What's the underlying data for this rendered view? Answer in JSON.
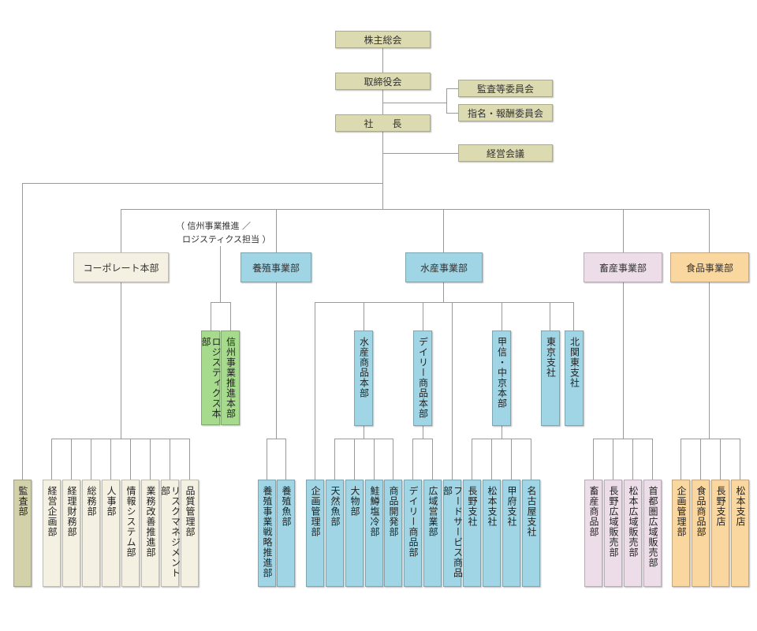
{
  "colors": {
    "top": "#dcdab1",
    "corporate": "#f4f1e3",
    "aquaculture": "#9fd5e5",
    "seafood": "#9fd5e5",
    "livestock": "#ecdde9",
    "food": "#fbd7a0",
    "audit": "#d3d1a9",
    "logistics": "#a6db8e",
    "line": "#9a9a9a"
  },
  "top": {
    "shareholders": "株主総会",
    "board": "取締役会",
    "audit_committee": "監査等委員会",
    "nomination_committee": "指名・報酬委員会",
    "president": "社　　長",
    "management_council": "経営会議"
  },
  "note": {
    "line1": "（ 信州事業推進 ／",
    "line2": "ロジスティクス担当 ）"
  },
  "divisions": {
    "corporate": "コーポレート本部",
    "aquaculture": "養殖事業部",
    "seafood": "水産事業部",
    "livestock": "畜産事業部",
    "food": "食品事業部"
  },
  "audit_dept": "監査部",
  "logistics": {
    "logistics_hq": "ロジスティクス本部",
    "shinshu_hq": "信州事業推進本部"
  },
  "corporate_depts": [
    "経営企画部",
    "経理財務部",
    "総務部",
    "人事部",
    "情報システム部",
    "業務改善推進部",
    "リスクマネジメント部",
    "品質管理部"
  ],
  "aquaculture_depts": [
    "養殖事業戦略推進部",
    "養殖魚部"
  ],
  "seafood_subunits": {
    "suisan_hq": "水産商品本部",
    "daily_hq": "デイリー商品本部",
    "koshin_hq": "甲信・中京本部",
    "tokyo_branch": "東京支社",
    "kitakanto_branch": "北関東支社"
  },
  "seafood_depts": [
    "企画管理部",
    "天然魚部",
    "大物部",
    "鮭鱒塩冷部",
    "商品開発部",
    "デイリー商品部",
    "広域営業部",
    "フードサービス商品部",
    "長野支社",
    "松本支社",
    "甲府支社",
    "名古屋支社"
  ],
  "livestock_depts": [
    "畜産商品部",
    "長野広域販売部",
    "松本広域販売部",
    "首都圏広域販売部"
  ],
  "food_depts": [
    "企画管理部",
    "食品商品部",
    "長野支店",
    "松本支店"
  ]
}
